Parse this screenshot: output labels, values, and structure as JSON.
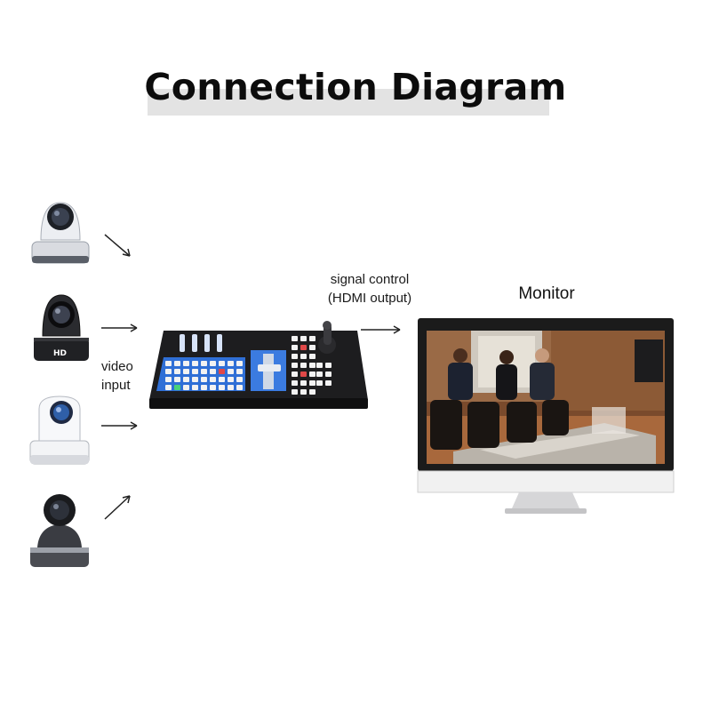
{
  "title": "Connection Diagram",
  "labels": {
    "video_input_line1": "video",
    "video_input_line2": "input",
    "signal_line1": "signal control",
    "signal_line2": "(HDMI output)",
    "monitor": "Monitor"
  },
  "devices": {
    "camera_1_badge": "HD"
  },
  "colors": {
    "title_band": "#e3e3e3",
    "controller_body": "#1d1d1f",
    "controller_panel": "#2f6fd6",
    "monitor_bezel": "#1b1b1b",
    "monitor_chin": "#f1f1f1"
  }
}
